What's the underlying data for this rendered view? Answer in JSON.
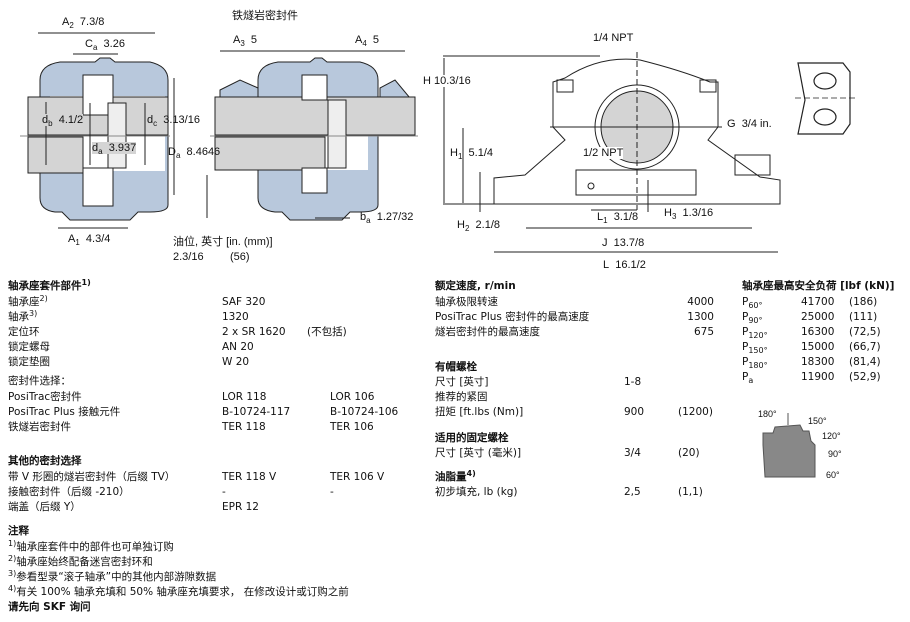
{
  "drawing": {
    "caption_seal": "铁燧岩密封件",
    "dims": {
      "A2": {
        "sym": "A",
        "sub": "2",
        "val": "7.3/8"
      },
      "Ca": {
        "sym": "C",
        "sub": "a",
        "val": "3.26"
      },
      "db": {
        "sym": "d",
        "sub": "b",
        "val": "4.1/2"
      },
      "dc": {
        "sym": "d",
        "sub": "c",
        "val": "3.13/16"
      },
      "da": {
        "sym": "d",
        "sub": "a",
        "val": "3.937"
      },
      "Da": {
        "sym": "D",
        "sub": "a",
        "val": "8.4646"
      },
      "A1": {
        "sym": "A",
        "sub": "1",
        "val": "4.3/4"
      },
      "A3": {
        "sym": "A",
        "sub": "3",
        "val": "5"
      },
      "A4": {
        "sym": "A",
        "sub": "4",
        "val": "5"
      },
      "ba": {
        "sym": "b",
        "sub": "a",
        "val": "1.27/32"
      },
      "H": {
        "sym": "H",
        "val": "10.3/16"
      },
      "H1": {
        "sym": "H",
        "sub": "1",
        "val": "5.1/4"
      },
      "H2": {
        "sym": "H",
        "sub": "2",
        "val": "2.1/8"
      },
      "H3": {
        "sym": "H",
        "sub": "3",
        "val": "1.3/16"
      },
      "L1": {
        "sym": "L",
        "sub": "1",
        "val": "3.1/8"
      },
      "J": {
        "sym": "J",
        "val": "13.7/8"
      },
      "L": {
        "sym": "L",
        "val": "16.1/2"
      },
      "G": {
        "sym": "G",
        "val": "3/4 in."
      }
    },
    "npt_top": "1/4 NPT",
    "npt_bottom": "1/2 NPT",
    "oil_level_label": "油位, 英寸 [in. (mm)]",
    "oil_level_in": "2.3/16",
    "oil_level_mm": "(56)"
  },
  "kit": {
    "title": "轴承座套件部件",
    "title_note": "1)",
    "rows": [
      {
        "label": "轴承座",
        "note": "2)",
        "v1": "SAF 320",
        "v2": ""
      },
      {
        "label": "轴承",
        "note": "3)",
        "v1": "1320",
        "v2": ""
      },
      {
        "label": "定位环",
        "note": "",
        "v1": "2 x SR 1620",
        "v2": "(不包括)"
      },
      {
        "label": "锁定螺母",
        "note": "",
        "v1": "AN 20",
        "v2": ""
      },
      {
        "label": "锁定垫圈",
        "note": "",
        "v1": "W 20",
        "v2": ""
      }
    ],
    "seal_title": "密封件选择：",
    "seal_rows": [
      {
        "label": "PosiTrac密封件",
        "v1": "LOR 118",
        "v2": "LOR 106"
      },
      {
        "label": "PosiTrac Plus 接触元件",
        "v1": "B-10724-117",
        "v2": "B-10724-106"
      },
      {
        "label": "铁燧岩密封件",
        "v1": "TER 118",
        "v2": "TER 106"
      }
    ]
  },
  "other_seals": {
    "title": "其他的密封选择",
    "rows": [
      {
        "label": "带 V 形圈的燧岩密封件（后缀 TV）",
        "v1": "TER 118 V",
        "v2": "TER 106 V"
      },
      {
        "label": "接触密封件（后缀 -210）",
        "v1": "-",
        "v2": "-"
      },
      {
        "label": "端盖（后缀 Y）",
        "v1": "EPR 12",
        "v2": ""
      }
    ]
  },
  "notes": {
    "title": "注释",
    "items": [
      {
        "n": "1)",
        "text": "轴承座套件中的部件也可单独订购"
      },
      {
        "n": "2)",
        "text": "轴承座始终配备迷宫密封环和"
      },
      {
        "n": "3)",
        "text": "参看型录“滚子轴承”中的其他内部游隙数据"
      },
      {
        "n": "4)",
        "text": "有关 100% 轴承充填和 50% 轴承座充填要求， 在修改设计或订购之前"
      }
    ],
    "final": "请先向 SKF 询问"
  },
  "speed": {
    "title": "额定速度, r/min",
    "rows": [
      {
        "label": "轴承极限转速",
        "v": "4000"
      },
      {
        "label": "PosiTrac Plus 密封件的最高速度",
        "v": "1300"
      },
      {
        "label": "燧岩密封件的最高速度",
        "v": "675"
      }
    ]
  },
  "cap_bolts": {
    "title": "有帽螺栓",
    "size_label": "尺寸 [英寸]",
    "size": "1-8",
    "torque_label1": "推荐的紧固",
    "torque_label2": "扭矩 [ft.lbs (Nm)]",
    "torque": "900",
    "torque_nm": "(1200)"
  },
  "attach_bolts": {
    "title": "适用的固定螺栓",
    "size_label": "尺寸 [英寸 (毫米)]",
    "size": "3/4",
    "size_mm": "(20)"
  },
  "grease": {
    "title": "油脂量",
    "note": "4)",
    "label": "初步填充, lb (kg)",
    "v": "2,5",
    "v_kg": "(1,1)"
  },
  "loads": {
    "title": "轴承座最高安全负荷 [lbf (kN)]",
    "rows": [
      {
        "sym": "P",
        "sub": "60°",
        "lbf": "41700",
        "kn": "(186)"
      },
      {
        "sym": "P",
        "sub": "90°",
        "lbf": "25000",
        "kn": "(111)"
      },
      {
        "sym": "P",
        "sub": "120°",
        "lbf": "16300",
        "kn": "(72,5)"
      },
      {
        "sym": "P",
        "sub": "150°",
        "lbf": "15000",
        "kn": "(66,7)"
      },
      {
        "sym": "P",
        "sub": "180°",
        "lbf": "18300",
        "kn": "(81,4)"
      },
      {
        "sym": "P",
        "sub": "a",
        "lbf": "11900",
        "kn": "(52,9)"
      }
    ],
    "angles": [
      "180°",
      "150°",
      "120°",
      "90°",
      "60°"
    ]
  }
}
